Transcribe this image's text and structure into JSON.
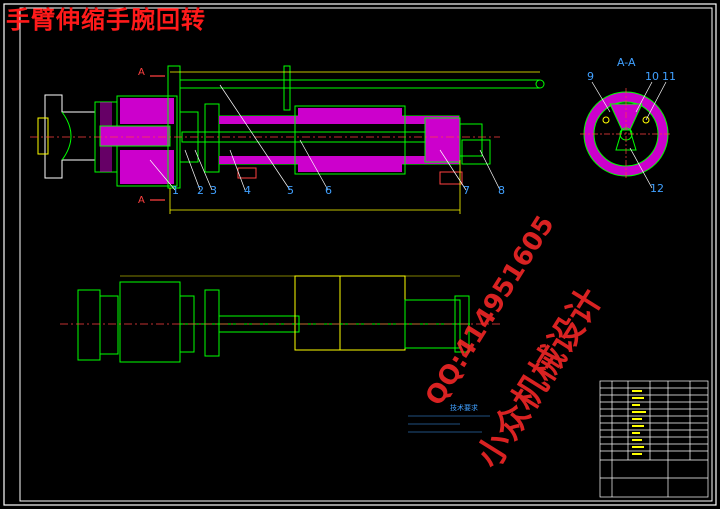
{
  "title": "手臂伸缩手腕回转",
  "section_label": "A-A",
  "section_mark": "A",
  "callouts": [
    "1",
    "2",
    "3",
    "4",
    "5",
    "6",
    "7",
    "8",
    "9",
    "10",
    "11",
    "12"
  ],
  "watermark_qq": "QQ:414951605",
  "watermark_name": "小众机械设计",
  "notes_title": "技术要求",
  "colors": {
    "background": "#000000",
    "frame": "#ffffff",
    "outline": "#00ff00",
    "section_fill": "#cc00cc",
    "dimension": "#ffff00",
    "centerline": "#ff4040",
    "callout_text": "#40a0ff",
    "leader": "#ffffff"
  }
}
